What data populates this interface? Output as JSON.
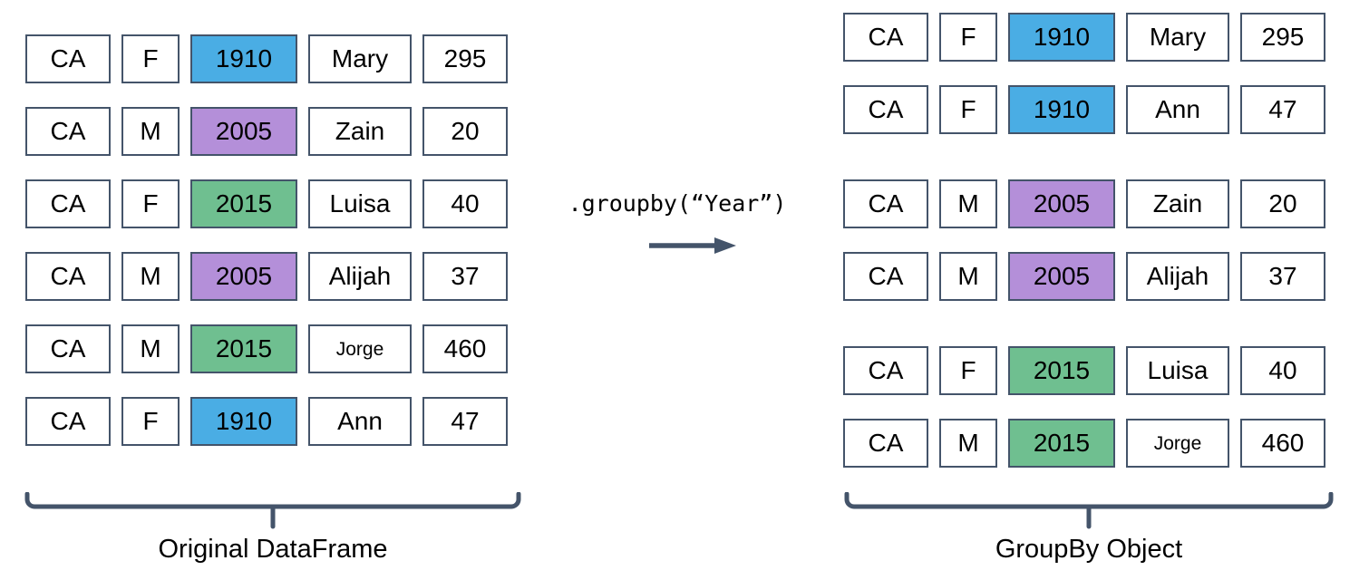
{
  "colors": {
    "stroke": "#44546a",
    "blue": "#4aade4",
    "purple": "#b48fd9",
    "green": "#6fbf90"
  },
  "operation": {
    "code": ".groupby(“Year”)"
  },
  "left": {
    "caption": "Original DataFrame",
    "rows": [
      {
        "cells": [
          "CA",
          "F",
          "1910",
          "Mary",
          "295"
        ],
        "year_color": "blue"
      },
      {
        "cells": [
          "CA",
          "M",
          "2005",
          "Zain",
          "20"
        ],
        "year_color": "purple"
      },
      {
        "cells": [
          "CA",
          "F",
          "2015",
          "Luisa",
          "40"
        ],
        "year_color": "green"
      },
      {
        "cells": [
          "CA",
          "M",
          "2005",
          "Alijah",
          "37"
        ],
        "year_color": "purple"
      },
      {
        "cells": [
          "CA",
          "M",
          "2015",
          "Jorge",
          "460"
        ],
        "year_color": "green"
      },
      {
        "cells": [
          "CA",
          "F",
          "1910",
          "Ann",
          "47"
        ],
        "year_color": "blue"
      }
    ]
  },
  "right": {
    "caption": "GroupBy Object",
    "groups": [
      {
        "rows": [
          {
            "cells": [
              "CA",
              "F",
              "1910",
              "Mary",
              "295"
            ],
            "year_color": "blue"
          },
          {
            "cells": [
              "CA",
              "F",
              "1910",
              "Ann",
              "47"
            ],
            "year_color": "blue"
          }
        ]
      },
      {
        "rows": [
          {
            "cells": [
              "CA",
              "M",
              "2005",
              "Zain",
              "20"
            ],
            "year_color": "purple"
          },
          {
            "cells": [
              "CA",
              "M",
              "2005",
              "Alijah",
              "37"
            ],
            "year_color": "purple"
          }
        ]
      },
      {
        "rows": [
          {
            "cells": [
              "CA",
              "F",
              "2015",
              "Luisa",
              "40"
            ],
            "year_color": "green"
          },
          {
            "cells": [
              "CA",
              "M",
              "2015",
              "Jorge",
              "460"
            ],
            "year_color": "green"
          }
        ]
      }
    ]
  }
}
